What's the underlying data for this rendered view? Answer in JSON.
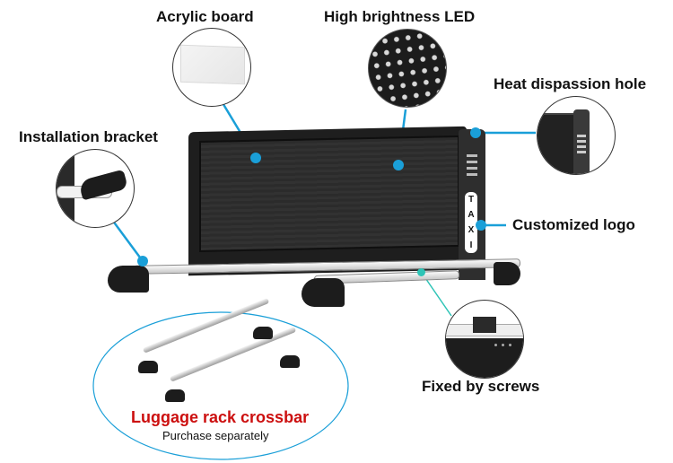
{
  "callouts": {
    "acrylic_board": "Acrylic board",
    "high_brightness_led": "High brightness LED",
    "heat_hole": "Heat dispassion hole",
    "installation_bracket": "Installation bracket",
    "customized_logo": "Customized logo",
    "fixed_by_screws": "Fixed by screws"
  },
  "sign": {
    "logo_text": [
      "T",
      "A",
      "X",
      "I"
    ]
  },
  "crossbar": {
    "title": "Luggage rack crossbar",
    "subtitle": "Purchase separately"
  },
  "colors": {
    "callout_line": "#1a9fd8",
    "screws_line": "#2ec4b6",
    "crossbar_title": "#cc0f0f",
    "ellipse": "#1a9fd8"
  }
}
